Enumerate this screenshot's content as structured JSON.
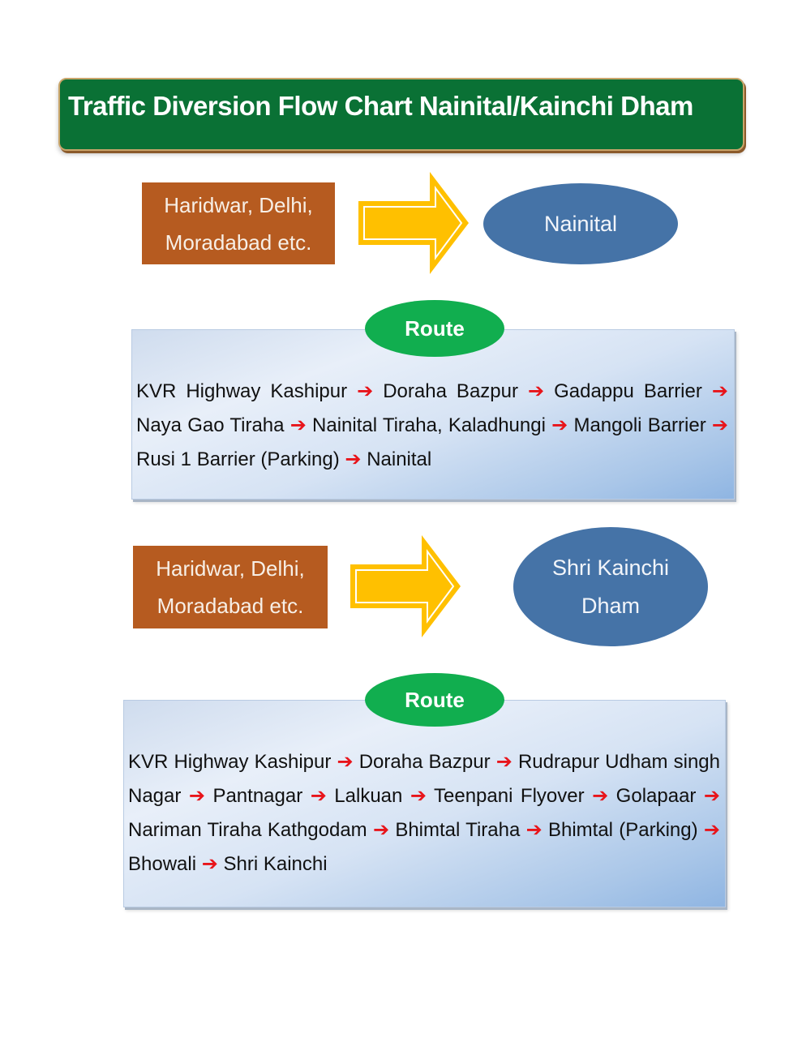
{
  "title": "Traffic Diversion Flow Chart Nainital/Kainchi Dham",
  "colors": {
    "banner": "#0a7135",
    "origin": "#b65b20",
    "arrow": "#ffc000",
    "destination": "#4573a7",
    "route_pill": "#11ae4f",
    "route_arrow": "#e8141a"
  },
  "icons": {
    "flow_arrow": "block-right-arrow-icon",
    "route_arrow": "red-right-arrow-icon"
  },
  "flows": [
    {
      "origin": {
        "line1": "Haridwar, Delhi,",
        "line2": "Moradabad etc."
      },
      "destination": {
        "line1": "Nainital",
        "line2": ""
      },
      "route_label": "Route",
      "route_stops": [
        "KVR Highway Kashipur",
        "Doraha Bazpur",
        "Gadappu Barrier",
        "Naya Gao Tiraha",
        "Nainital Tiraha, Kaladhungi",
        "Mangoli Barrier",
        "Rusi 1 Barrier (Parking)",
        "Nainital"
      ]
    },
    {
      "origin": {
        "line1": "Haridwar, Delhi,",
        "line2": "Moradabad etc."
      },
      "destination": {
        "line1": "Shri Kainchi",
        "line2": "Dham"
      },
      "route_label": "Route",
      "route_stops": [
        "KVR Highway Kashipur",
        "Doraha Bazpur",
        "Rudrapur Udham singh Nagar",
        "Pantnagar",
        "Lalkuan",
        "Teenpani Flyover",
        "Golapaar",
        "Nariman Tiraha Kathgodam",
        "Bhimtal Tiraha",
        "Bhimtal (Parking)",
        "Bhowali",
        "Shri Kainchi"
      ]
    }
  ]
}
